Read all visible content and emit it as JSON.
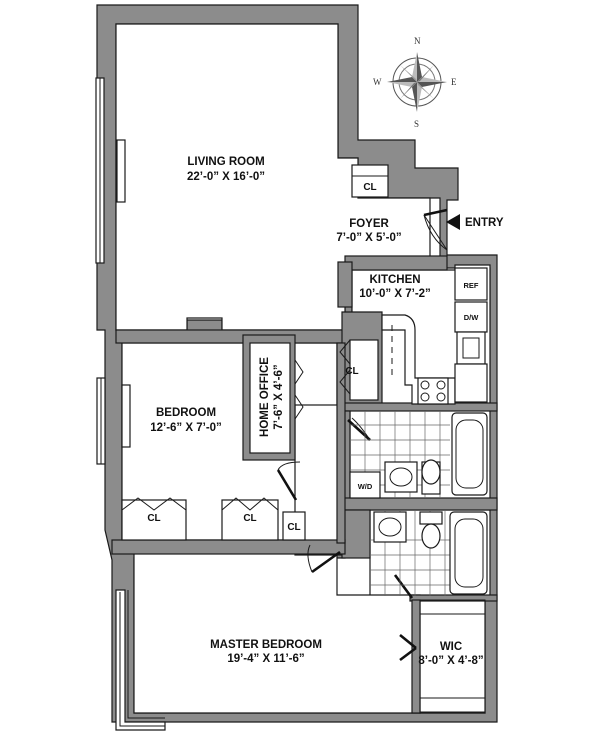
{
  "rooms": {
    "living_room": {
      "name": "LIVING ROOM",
      "dims": "22’-0” X 16’-0”"
    },
    "foyer": {
      "name": "FOYER",
      "dims": "7’-0” X 5’-0”"
    },
    "kitchen": {
      "name": "KITCHEN",
      "dims": "10’-0” X 7’-2”"
    },
    "bedroom": {
      "name": "BEDROOM",
      "dims": "12’-6” X 7’-0”"
    },
    "home_office": {
      "name": "HOME OFFICE",
      "dims": "7’-6” X 4’-6”"
    },
    "master_bedroom": {
      "name": "MASTER BEDROOM",
      "dims": "19’-4” X 11’-6”"
    },
    "wic": {
      "name": "WIC",
      "dims": "8’-0” X 4’-8”"
    }
  },
  "labels": {
    "entry": "ENTRY",
    "closet": "CL",
    "refrigerator": "REF",
    "dishwasher": "D/W",
    "washer_dryer": "W/D"
  },
  "compass": {
    "north": "N",
    "south": "S",
    "east": "E",
    "west": "W"
  },
  "colors": {
    "wall": "#8c8c8c",
    "outline": "#1a1a1a",
    "floor": "#ffffff"
  }
}
